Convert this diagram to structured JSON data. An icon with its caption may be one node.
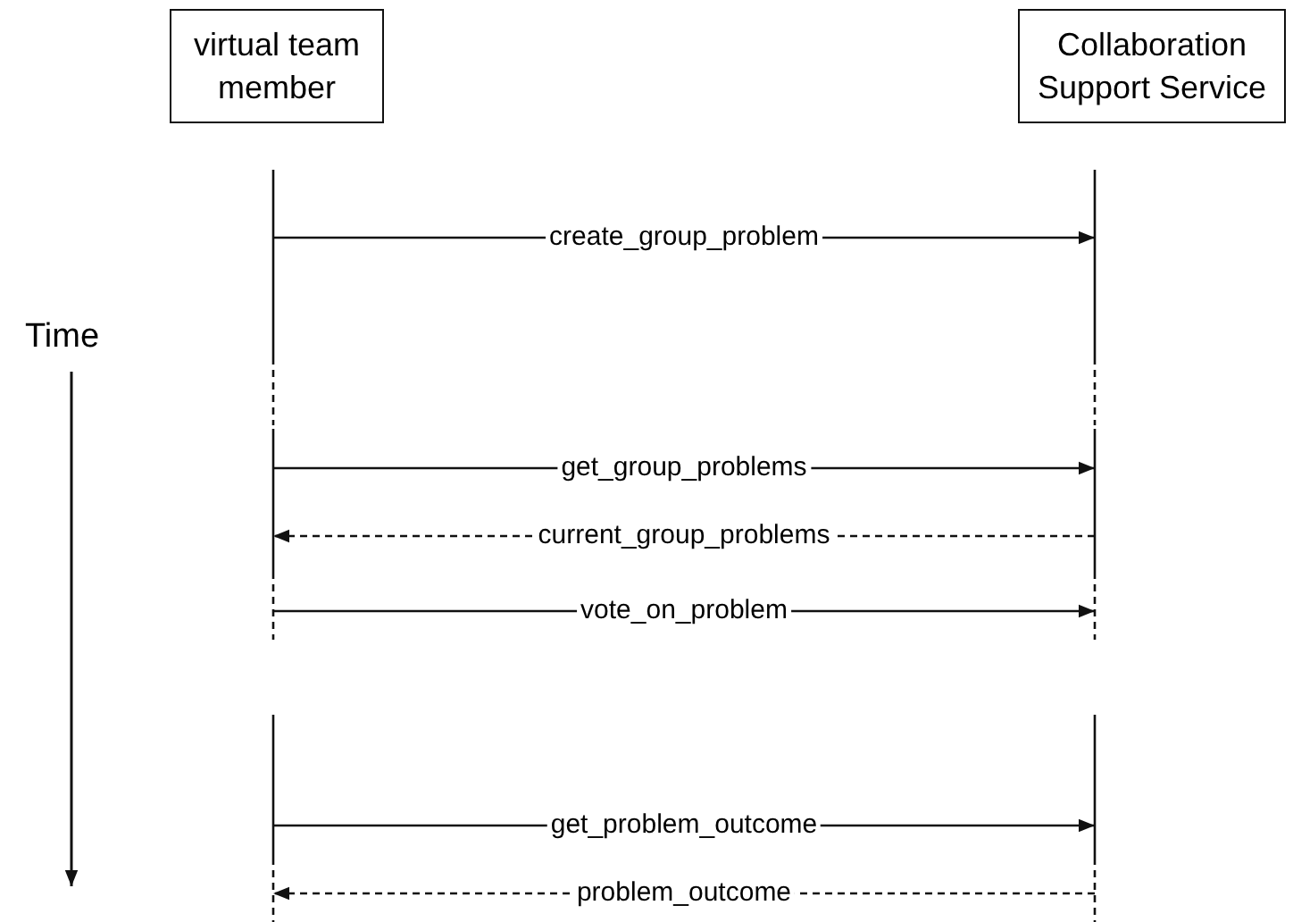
{
  "diagram": {
    "nodes": [
      {
        "text": [
          "virtual team member"
        ]
      },
      {
        "text": [
          "Collaboration Support Service"
        ]
      }
    ],
    "edges": [
      {
        "from": 0,
        "to": 1,
        "arrow": "to",
        "label": "create_group_problem"
      },
      {
        "from": 0,
        "to": 1,
        "arrow": "to",
        "label": "get_group_problems"
      },
      {
        "from": 1,
        "to": 0,
        "arrow": "to",
        "label": "current_group_problems",
        "style": "dashed"
      },
      {
        "from": 0,
        "to": 1,
        "arrow": "to",
        "label": "vote_on_problem"
      },
      {
        "from": 0,
        "to": 1,
        "arrow": "to",
        "label": "get_problem_outcome"
      },
      {
        "from": 1,
        "to": 0,
        "arrow": "to",
        "label": "problem_outcome",
        "style": "dashed"
      }
    ],
    "labels": [
      "Time"
    ]
  }
}
